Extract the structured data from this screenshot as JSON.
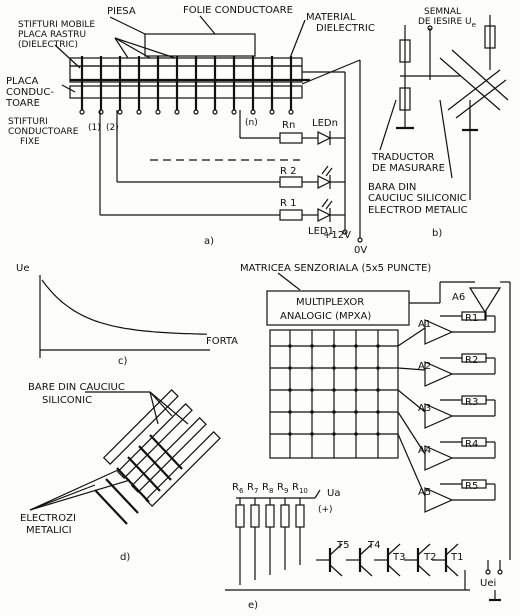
{
  "fig_a": {
    "piesa": "PIESA",
    "folie": "FOLIE CONDUCTOARE",
    "stifturi_mobile": "STIFTURI MOBILE",
    "placa_rastru": "PLACA RASTRU",
    "dielectric": "(DIELECTRIC)",
    "material": "MATERIAL",
    "material_diel": "DIELECTRIC",
    "placa": "PLACA",
    "conduc": "CONDUC-",
    "toare": "TOARE",
    "stifturi": "STIFTURI",
    "conductoare": "CONDUCTOARE",
    "fixe": "FIXE",
    "idx1": "(1)",
    "idx2": "(2)",
    "idxn": "(n)",
    "rn": "Rn",
    "r2": "R 2",
    "r1": "R 1",
    "ledn": "LEDn",
    "led1": "LED1",
    "v12": "+12V",
    "ov": "0V",
    "caption": "a)"
  },
  "fig_b": {
    "semnal": "SEMNAL",
    "iesire": "DE IESIRE U",
    "iesire_sub": "e",
    "traductor": "TRADUCTOR",
    "masurare": "DE MASURARE",
    "bara": "BARA DIN",
    "cauciuc": "CAUCIUC SILICONIC",
    "electrod": "ELECTROD METALIC",
    "caption": "b)"
  },
  "fig_c": {
    "ylabel": "Ue",
    "xlabel": "FORTA",
    "caption": "c)"
  },
  "fig_d": {
    "bare": "BARE DIN CAUCIUC",
    "siliconic": "SILICONIC",
    "electrozi": "ELECTROZI",
    "metalici": "METALICI",
    "caption": "d)"
  },
  "fig_e": {
    "matricea": "MATRICEA SENZORIALA (5x5 PUNCTE)",
    "mux1": "MULTIPLEXOR",
    "mux2": "ANALOGIC (MPXA)",
    "a1": "A1",
    "a2": "A2",
    "a3": "A3",
    "a4": "A4",
    "a5": "A5",
    "a6": "A6",
    "r1": "R1",
    "r2": "R2",
    "r3": "R3",
    "r4": "R4",
    "r5": "R5",
    "r6": "R",
    "r6s": "6",
    "r7": "R",
    "r7s": "7",
    "r8": "R",
    "r8s": "8",
    "r9": "R",
    "r9s": "9",
    "r10": "R",
    "r10s": "10",
    "ua": "Ua",
    "plus": "(+)",
    "t5": "T5",
    "t4": "T4",
    "t3": "T3",
    "t2": "T2",
    "t1": "T1",
    "uei": "Uei",
    "caption": "e)"
  }
}
